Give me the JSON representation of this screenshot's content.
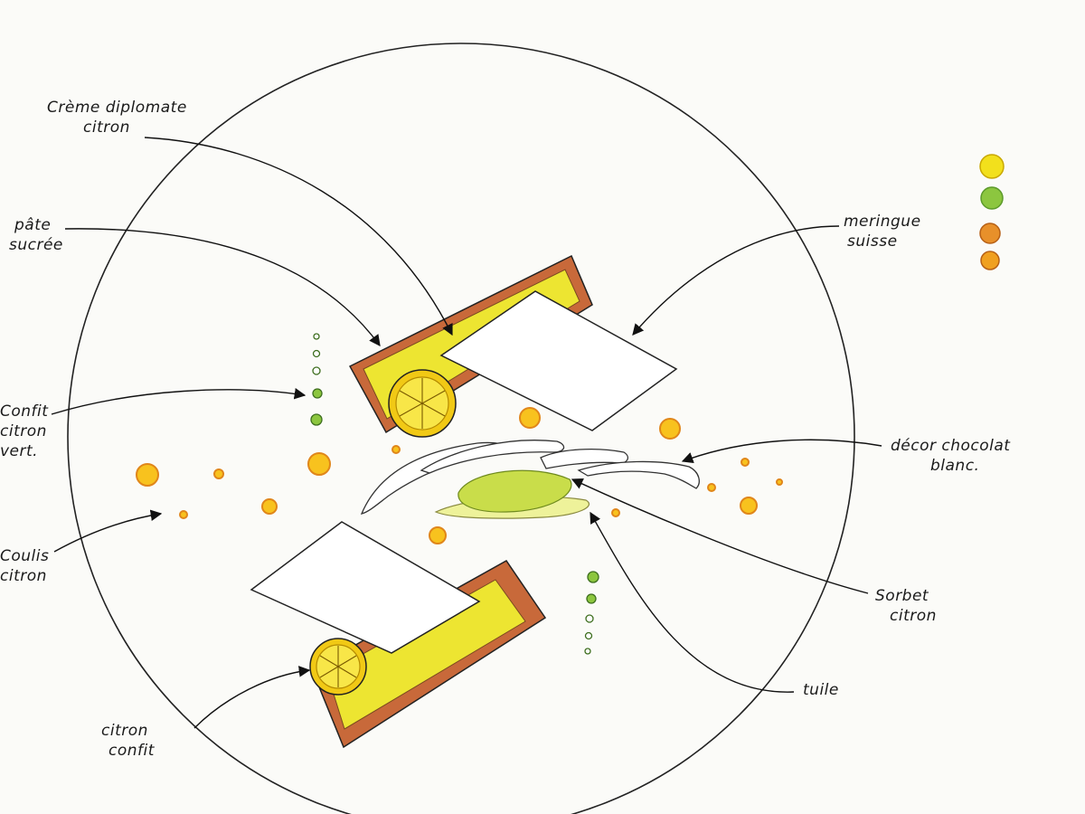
{
  "annotations": {
    "creme": {
      "line1": "Crème diplomate",
      "line2": "citron"
    },
    "pate": {
      "line1": "pâte",
      "line2": "sucrée"
    },
    "meringue": {
      "line1": "meringue",
      "line2": "suisse"
    },
    "confit_vert": {
      "line1": "Confit",
      "line2": "citron",
      "line3": "vert."
    },
    "decor": {
      "line1": "décor chocolat",
      "line2": "blanc."
    },
    "coulis": {
      "line1": "Coulis",
      "line2": "citron"
    },
    "sorbet": {
      "line1": "Sorbet",
      "line2": "citron"
    },
    "tuile": {
      "line1": "tuile"
    },
    "citron_confit": {
      "line1": "citron",
      "line2": "confit"
    }
  },
  "palette": {
    "swatches": [
      "#f2e01c",
      "#8cc63f",
      "#e8902a",
      "#f0a020"
    ],
    "tart_border": "#c8693a",
    "tart_filling": "#ede531",
    "sorbet": "#c9dd4a",
    "coulis_dot": "#f8c21e",
    "green_dot": "#6aa12f"
  }
}
